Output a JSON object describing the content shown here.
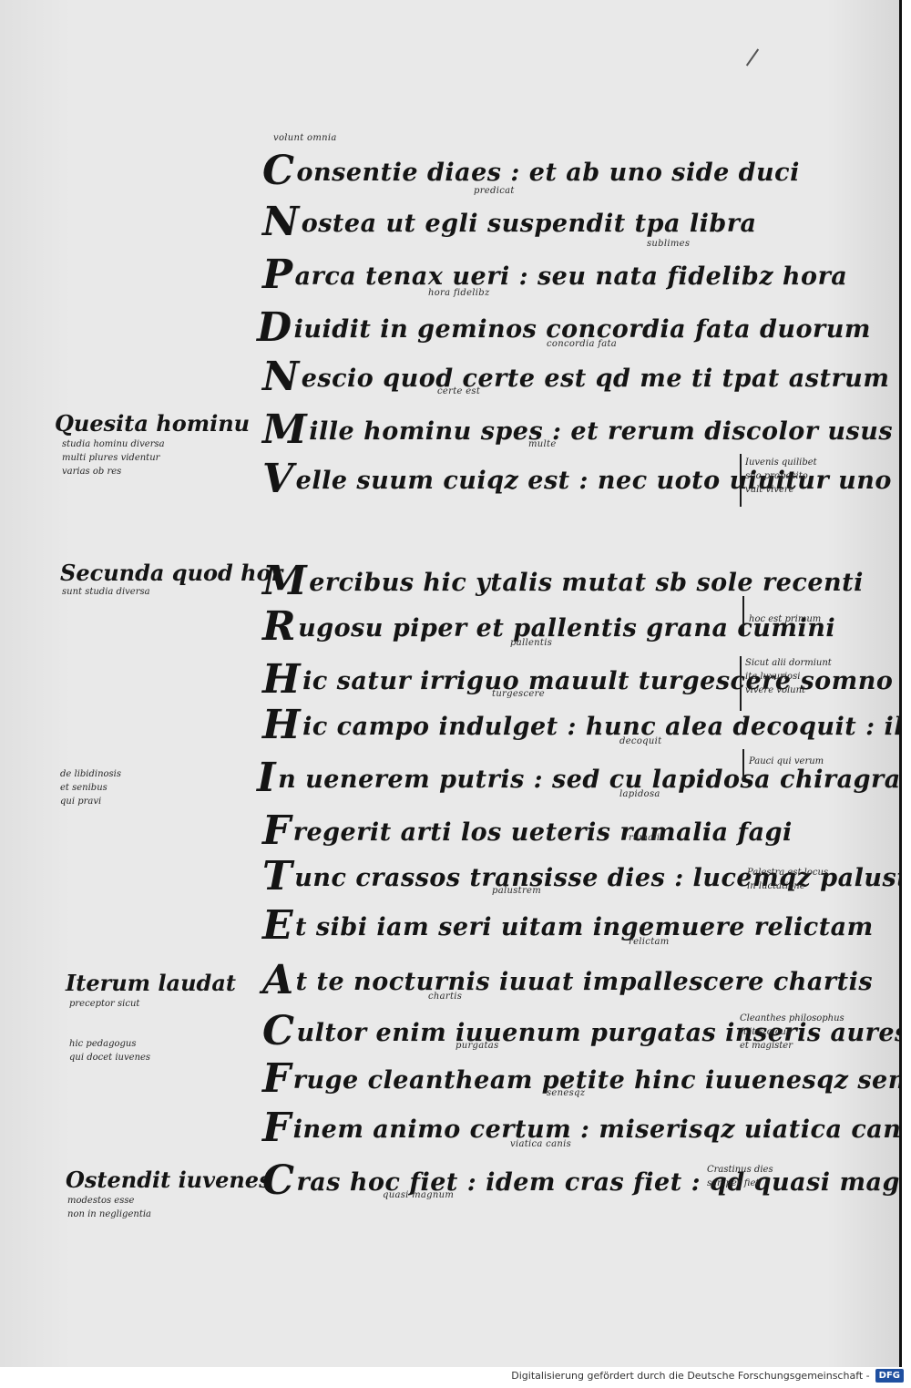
{
  "manuscript": {
    "main_lines": [
      {
        "initial": "C",
        "text": "onsentie diaes : et ab uno side duci"
      },
      {
        "initial": "N",
        "text": "ostea ut egli suspendit tpa libra"
      },
      {
        "initial": "P",
        "text": "arca tenax ueri : seu nata fidelibz hora"
      },
      {
        "initial": "D",
        "text": "iuidit in geminos concordia fata duorum"
      },
      {
        "initial": "N",
        "text": "escio quod certe est qd me ti tpat astrum"
      },
      {
        "initial": "M",
        "text": "ille hominu spes : et rerum discolor usus"
      },
      {
        "initial": "V",
        "text": "elle suum cuiqz est : nec uoto uiuitur uno"
      },
      {
        "initial": "M",
        "text": "ercibus hic ytalis mutat sb sole recenti"
      },
      {
        "initial": "R",
        "text": "ugosu piper et pallentis grana cumini"
      },
      {
        "initial": "H",
        "text": "ic satur irriguo mauult turgescere somno"
      },
      {
        "initial": "H",
        "text": "ic campo indulget : hunc alea decoquit : ille"
      },
      {
        "initial": "I",
        "text": "n uenerem putris : sed cu lapidosa chiragra"
      },
      {
        "initial": "F",
        "text": "regerit arti los ueteris ramalia fagi"
      },
      {
        "initial": "T",
        "text": "unc crassos transisse dies : lucemqz palustrem"
      },
      {
        "initial": "E",
        "text": "t sibi iam seri uitam ingemuere relictam"
      },
      {
        "initial": "A",
        "text": "t te nocturnis iuuat impallescere chartis"
      },
      {
        "initial": "C",
        "text": "ultor enim iuuenum purgatas inseris aures"
      },
      {
        "initial": "F",
        "text": "ruge cleantheam petite hinc iuuenesqz senesqz"
      },
      {
        "initial": "F",
        "text": "inem animo certum : miserisqz uiatica canis"
      },
      {
        "initial": "C",
        "text": "ras hoc fiet : idem cras fiet : qd quasi magnum"
      }
    ],
    "interlinear_glosses": [
      "volunt omnia",
      "predicat",
      "sublimes",
      "hora fidelibz",
      "concordia fata",
      "certe est",
      "multe",
      "pallentis",
      "turgescere",
      "decoquit",
      "lapidosa",
      "ramalia",
      "palustrem",
      "relictam",
      "chartis",
      "purgatas",
      "senesqz",
      "viatica canis",
      "quasi magnum"
    ],
    "left_margin": {
      "heading_1": "Quesita hominu",
      "note_1": [
        "studia hominu diversa",
        "multi plures videntur",
        "varias ob res"
      ],
      "heading_2": "Secunda quod hor",
      "note_2": [
        "sunt studia diversa"
      ],
      "note_3": [
        "de libidinosis",
        "et senibus",
        "qui pravi"
      ],
      "heading_3": "Iterum laudat",
      "note_4": [
        "preceptor sicut"
      ],
      "note_5": [
        "hic pedagogus",
        "qui docet iuvenes"
      ],
      "heading_4": "Ostendit iuvenes",
      "note_6": [
        "modestos esse",
        "non in negligentia"
      ]
    },
    "right_margin": {
      "note_1": [
        "Iuvenis quilibet",
        "suo proposito",
        "vult vivere"
      ],
      "note_2": [
        "hoc est primum"
      ],
      "note_3": [
        "Sicut alii dormiunt",
        "ita luxuriosi",
        "vivere volunt"
      ],
      "note_4": [
        "Pauci qui verum"
      ],
      "note_5": [
        "Palestra est locus",
        "in luctatione"
      ],
      "note_6": [
        "Cleanthes philosophus",
        "fuit stoicus",
        "et magister"
      ],
      "note_7": [
        "Crastinus dies",
        "semper fiet"
      ]
    }
  },
  "footer": {
    "text": "Digitalisierung gefördert durch die Deutsche Forschungsgemeinschaft -",
    "logo": "DFG"
  },
  "colors": {
    "paper": "#e9e9e9",
    "ink": "#141414",
    "logo": "#1f4fa0"
  }
}
